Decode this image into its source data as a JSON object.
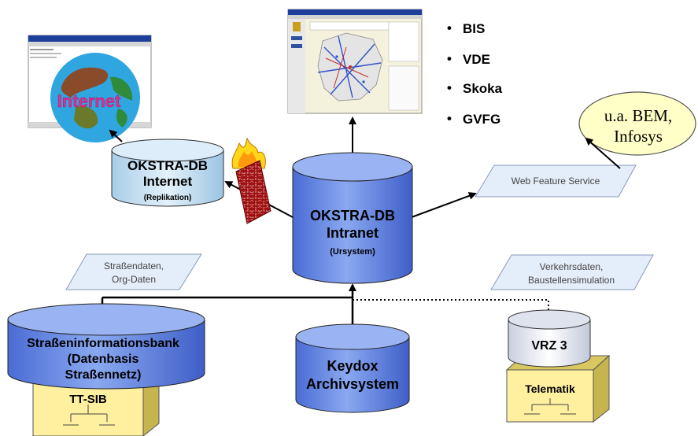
{
  "bullets": [
    "BIS",
    "VDE",
    "Skoka",
    "GVFG"
  ],
  "internet_db": {
    "title": "OKSTRA-DB",
    "subtitle": "Internet",
    "note": "(Replikation)"
  },
  "intranet_db": {
    "title": "OKSTRA-DB",
    "subtitle": "Intranet",
    "note": "(Ursystem)"
  },
  "internet_screen_label": "Internet",
  "bem_cloud": {
    "line1": "u.a. BEM,",
    "line2": "Infosys"
  },
  "wfs_label": "Web Feature Service",
  "strassendaten": {
    "line1": "Straßendaten,",
    "line2": "Org-Daten"
  },
  "verkehrsdaten": {
    "line1": "Verkehrsdaten,",
    "line2": "Baustellensimulation"
  },
  "sib_db": {
    "line1": "Straßeninformationsbank",
    "line2": "(Datenbasis",
    "line3": "Straßennetz)"
  },
  "tt_sib_label": "TT-SIB",
  "keydox_db": {
    "line1": "Keydox",
    "line2": "Archivsystem"
  },
  "vrz_db": {
    "label": "VRZ 3"
  },
  "telematik_label": "Telematik",
  "colors": {
    "db_blue": "#6f8fe6",
    "db_light": "#cfe6f6",
    "box_yellow": "#fff0a0",
    "box_dark": "#d9c860",
    "firewall": "#b01818"
  }
}
